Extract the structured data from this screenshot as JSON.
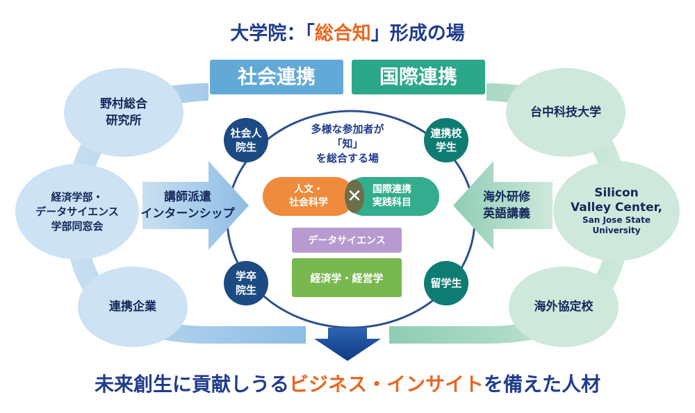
{
  "title": {
    "pre": "大学院：「",
    "accent": "総合知",
    "post": "」形成の場"
  },
  "tabs": {
    "social": "社会連携",
    "international": "国際連携"
  },
  "left_partners": [
    "野村総合\n研究所",
    "経済学部・\nデータサイエンス\n学部同窓会",
    "連携企業"
  ],
  "right_partners": [
    "台中科技大学",
    "Silicon\nValley Center,",
    "San Jose State\nUniversity",
    "海外協定校"
  ],
  "left_arrow": "講師派遣\nインターンシップ",
  "right_arrow": "海外研修\n英語講義",
  "participants": {
    "working": "社会人\n院生",
    "partner_students": "連携校\n学生",
    "graduates": "学卒\n院生",
    "international": "留学生"
  },
  "center_text": "多様な参加者が\n「知」\nを総合する場",
  "fields": {
    "humanities": "人文・\n社会科学",
    "global_practice": "国際連携\n実践科目",
    "cross": "✕",
    "data_science": "データサイエンス",
    "economics": "経済学・経営学"
  },
  "bottom": {
    "pre": "未来創生に貢献しうる",
    "accent": "ビジネス・インサイト",
    "post": "を備えた人材"
  },
  "colors": {
    "navy": "#1f3c8c",
    "orange": "#e8661f",
    "blue_tab": "#62a9d8",
    "green_tab": "#2aa889",
    "node_navy": "#1c4a82",
    "node_teal": "#0e7c72"
  }
}
